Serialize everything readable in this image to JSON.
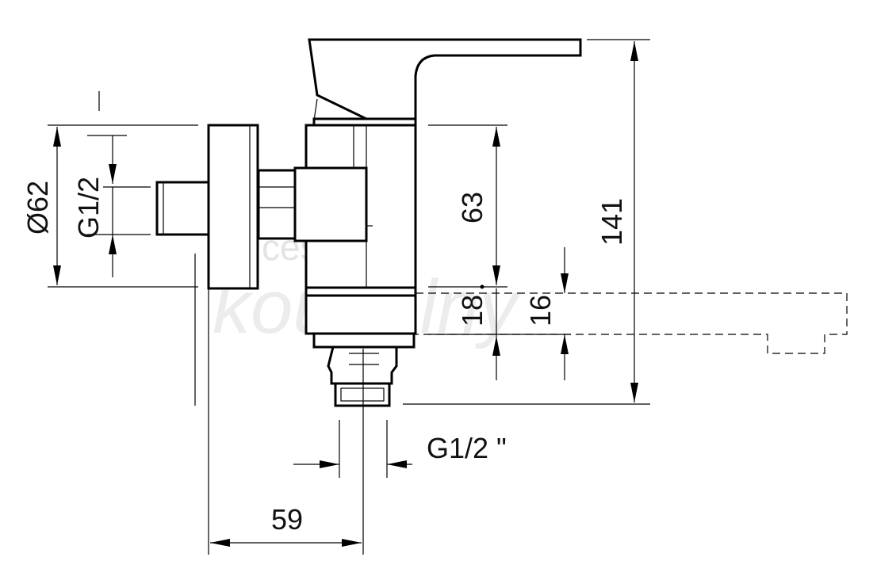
{
  "dimensions": {
    "diameter_flange": "Ø62",
    "thread_inlet": "G1/2",
    "height_63": "63",
    "height_141": "141",
    "height_18": "18",
    "height_16": "16",
    "thread_outlet": "G1/2 \"",
    "width_59": "59"
  },
  "watermark": {
    "line1": "české",
    "line2": "koupelny"
  },
  "colors": {
    "line": "#000000",
    "background": "#ffffff",
    "watermark": "#e6e6e6"
  }
}
